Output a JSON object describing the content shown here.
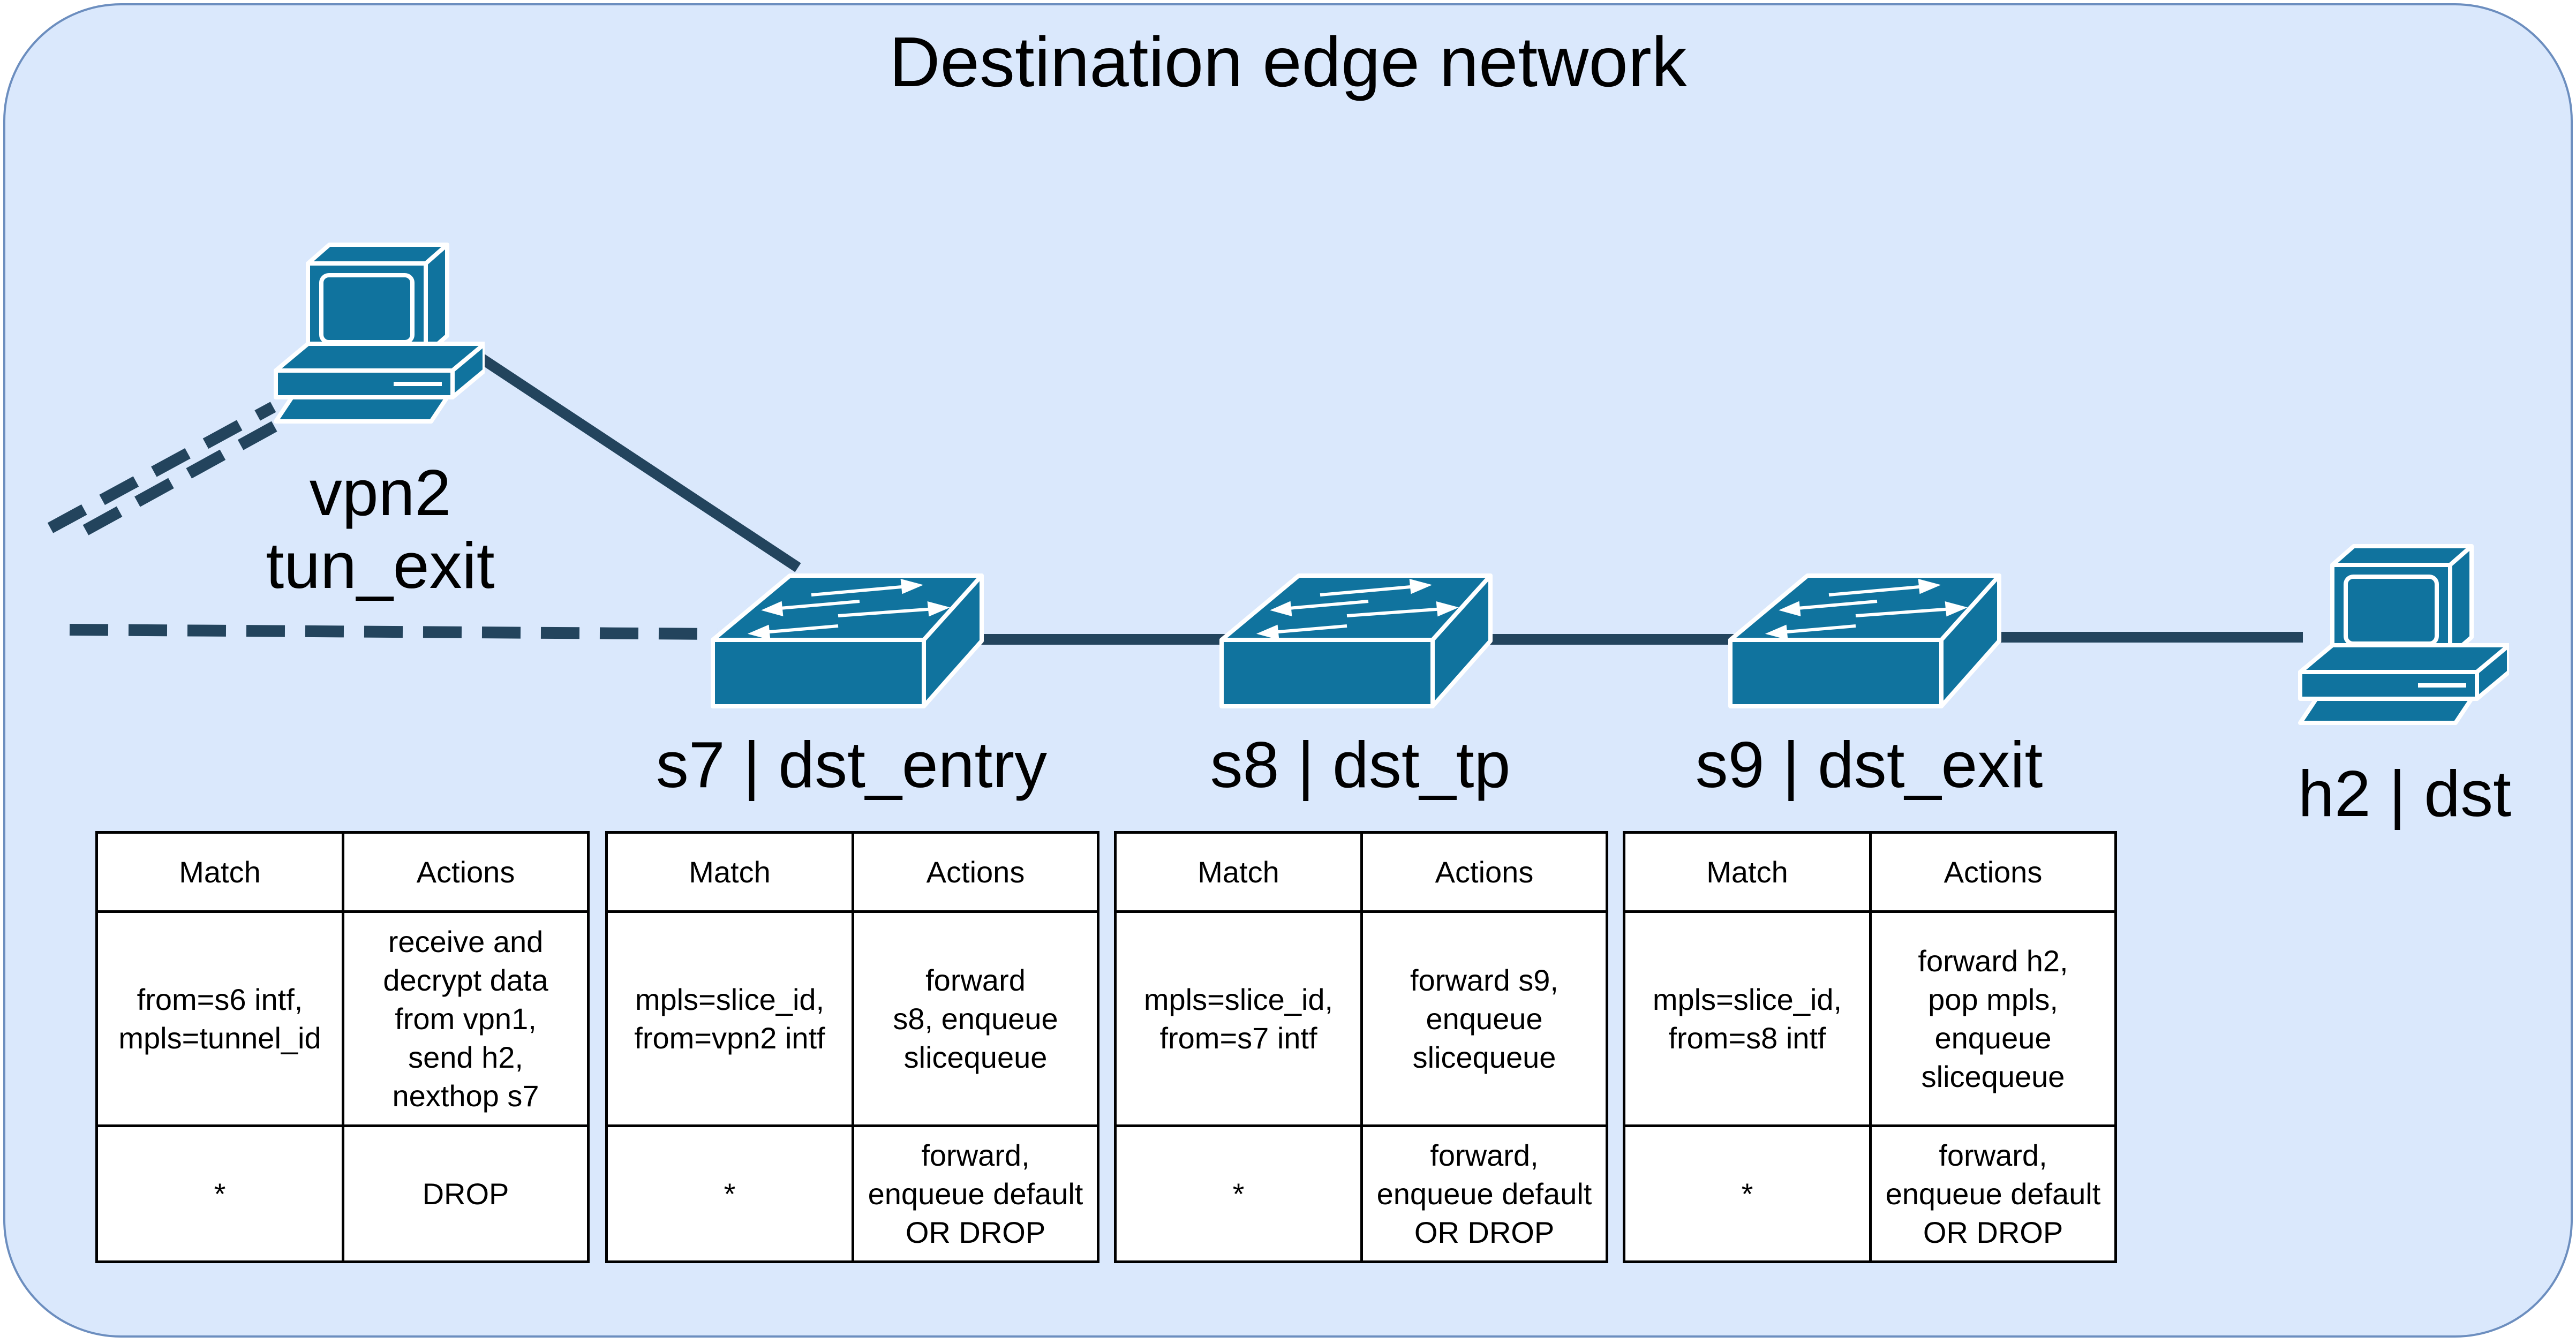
{
  "title": "Destination edge network",
  "colors": {
    "zone_fill": "#dae8fc",
    "zone_border": "#6c8ebf",
    "device": "#10739e",
    "link": "#23445d"
  },
  "nodes": [
    {
      "id": "vpn2",
      "icon": "workstation-icon",
      "label": "vpn2\ntun_exit"
    },
    {
      "id": "s7",
      "icon": "switch-icon",
      "label": "s7 | dst_entry"
    },
    {
      "id": "s8",
      "icon": "switch-icon",
      "label": "s8 | dst_tp"
    },
    {
      "id": "s9",
      "icon": "switch-icon",
      "label": "s9 | dst_exit"
    },
    {
      "id": "h2",
      "icon": "workstation-icon",
      "label": "h2 | dst"
    }
  ],
  "links": [
    {
      "from": "vpn2",
      "to": "s7",
      "style": "solid"
    },
    {
      "from": "s7",
      "to": "s8",
      "style": "solid"
    },
    {
      "from": "s8",
      "to": "s9",
      "style": "solid"
    },
    {
      "from": "s9",
      "to": "h2",
      "style": "solid"
    },
    {
      "from": "external",
      "to": "vpn2",
      "style": "dashed"
    },
    {
      "from": "external",
      "to": "s7",
      "style": "dashed"
    }
  ],
  "flow_tables": [
    {
      "switch": "vpn2",
      "headers": [
        "Match",
        "Actions"
      ],
      "rows": [
        [
          "from=s6 intf,\nmpls=tunnel_id",
          "receive and\ndecrypt data\nfrom vpn1,\nsend h2,\nnexthop s7"
        ],
        [
          "*",
          "DROP"
        ]
      ]
    },
    {
      "switch": "s7",
      "headers": [
        "Match",
        "Actions"
      ],
      "rows": [
        [
          "mpls=slice_id,\nfrom=vpn2 intf",
          "forward\ns8, enqueue\nslicequeue"
        ],
        [
          "*",
          "forward,\nenqueue default\nOR DROP"
        ]
      ]
    },
    {
      "switch": "s8",
      "headers": [
        "Match",
        "Actions"
      ],
      "rows": [
        [
          "mpls=slice_id,\nfrom=s7 intf",
          "forward s9,\nenqueue\nslicequeue"
        ],
        [
          "*",
          "forward,\nenqueue default\nOR DROP"
        ]
      ]
    },
    {
      "switch": "s9",
      "headers": [
        "Match",
        "Actions"
      ],
      "rows": [
        [
          "mpls=slice_id,\nfrom=s8 intf",
          "forward h2,\npop mpls,\nenqueue\nslicequeue"
        ],
        [
          "*",
          "forward,\nenqueue default\nOR DROP"
        ]
      ]
    }
  ]
}
